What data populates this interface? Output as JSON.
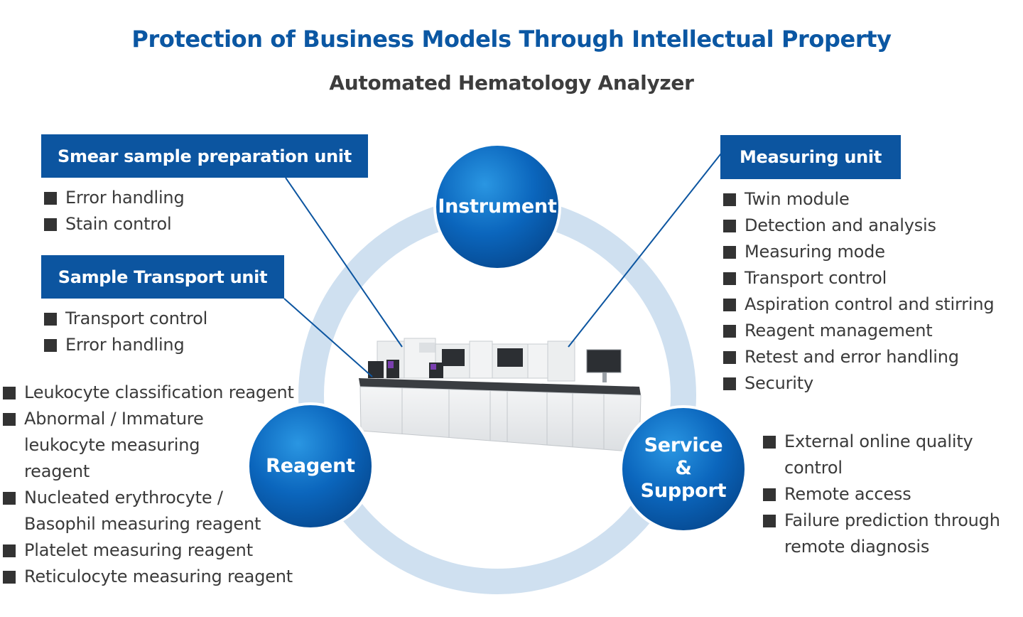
{
  "title": "Protection of Business Models Through Intellectual Property",
  "subtitle": "Automated Hematology Analyzer",
  "colors": {
    "brand_blue": "#0c55a0",
    "ring": "#cfe0f0",
    "text": "#333333"
  },
  "circles": {
    "instrument": "Instrument",
    "reagent": "Reagent",
    "service_line1": "Service",
    "service_line2": "&",
    "service_line3": "Support"
  },
  "smear_unit": {
    "header": "Smear sample preparation unit",
    "items": [
      "Error handling",
      "Stain control"
    ]
  },
  "transport_unit": {
    "header": "Sample Transport unit",
    "items": [
      "Transport control",
      "Error handling"
    ]
  },
  "measuring_unit": {
    "header": "Measuring unit",
    "items": [
      "Twin module",
      "Detection and analysis",
      "Measuring mode",
      "Transport control",
      "Aspiration control and stirring",
      "Reagent management",
      "Retest and error handling",
      "Security"
    ]
  },
  "reagent": {
    "items": [
      "Leukocyte classification reagent",
      "Abnormal / Immature leukocyte measuring reagent",
      "Nucleated erythrocyte / Basophil measuring reagent",
      "Platelet measuring reagent",
      "Reticulocyte measuring reagent"
    ]
  },
  "service": {
    "items": [
      "External online quality control",
      "Remote access",
      "Failure prediction through remote diagnosis"
    ]
  }
}
